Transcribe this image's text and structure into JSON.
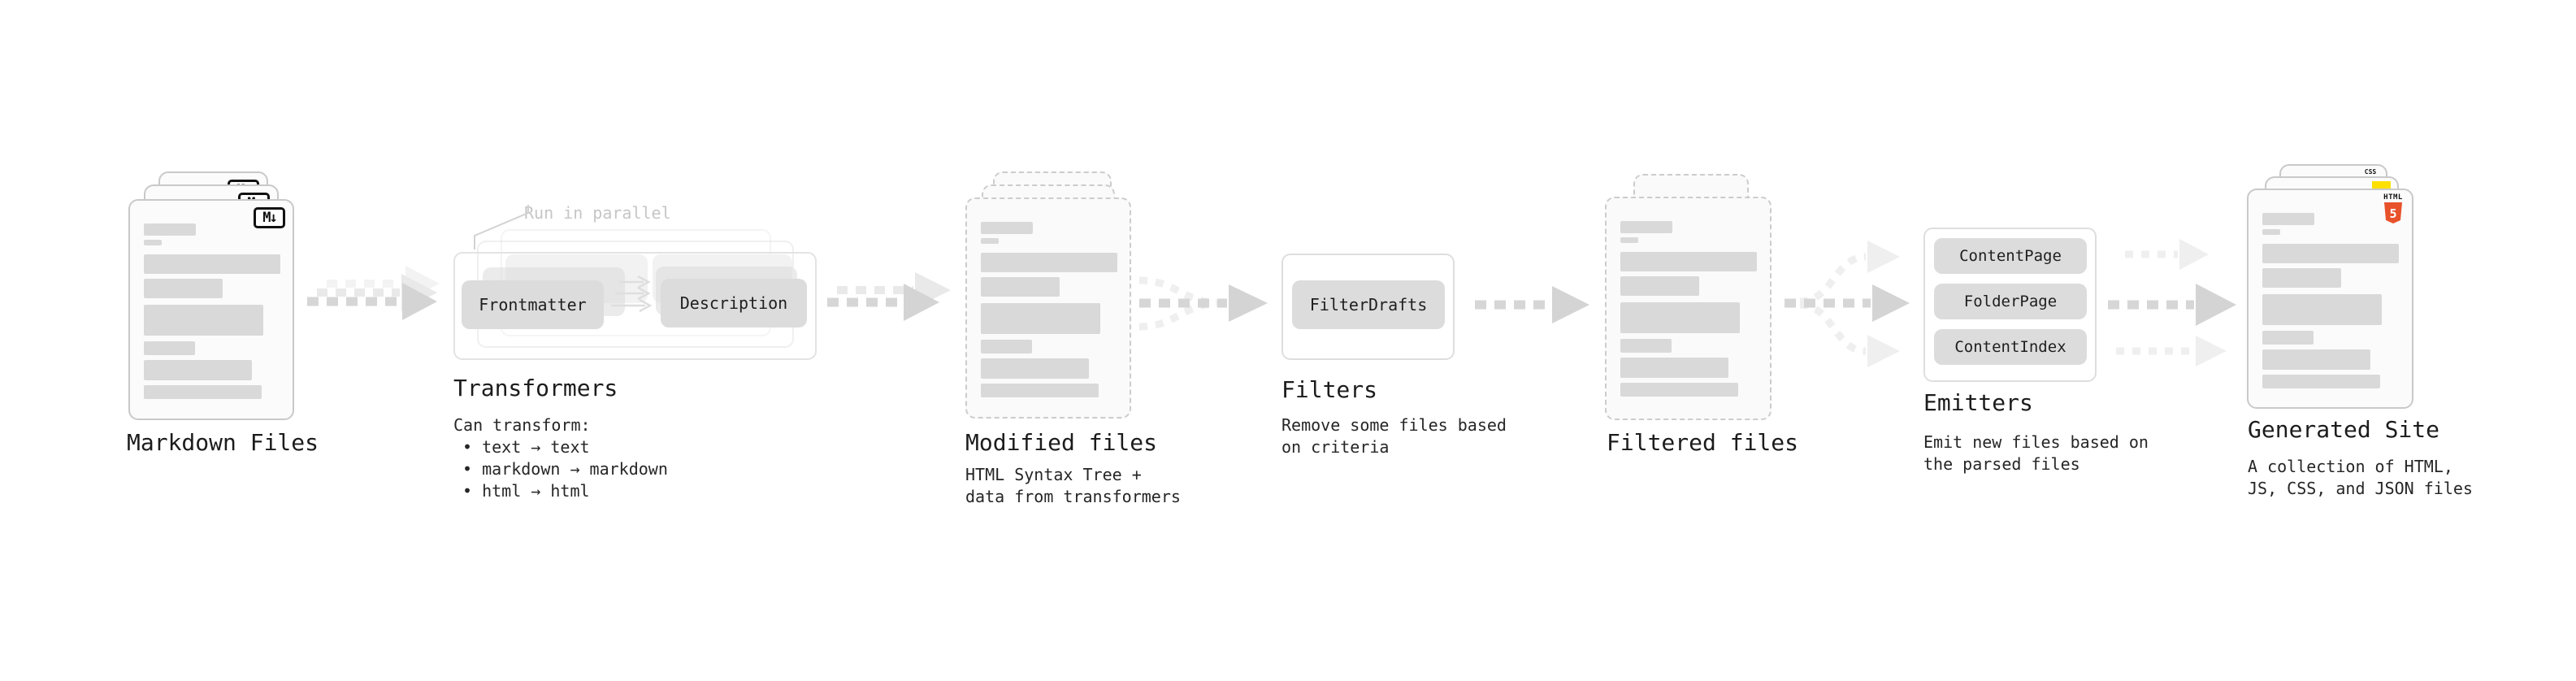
{
  "pipeline": {
    "markdown": {
      "title": "Markdown Files",
      "badge": "M↓"
    },
    "transformers": {
      "annotation": "Run in parallel",
      "frontmatter_label": "Frontmatter",
      "description_label": "Description",
      "title": "Transformers",
      "desc_lines": [
        "Can transform:",
        "• text → text",
        "• markdown → markdown",
        "• html → html"
      ]
    },
    "modified": {
      "title": "Modified files",
      "desc_lines": [
        "HTML Syntax Tree +",
        "data from transformers"
      ]
    },
    "filters": {
      "title": "Filters",
      "box_label": "FilterDrafts",
      "desc_lines": [
        "Remove some files based",
        "on criteria"
      ]
    },
    "filtered": {
      "title": "Filtered files"
    },
    "emitters": {
      "title": "Emitters",
      "boxes": [
        "ContentPage",
        "FolderPage",
        "ContentIndex"
      ],
      "desc_lines": [
        "Emit new files based on",
        "the parsed files"
      ]
    },
    "generated": {
      "title": "Generated Site",
      "badge_css": "CSS",
      "badge_html": "HTML",
      "badge_five": "5",
      "desc_lines": [
        "A collection of HTML,",
        "JS, CSS, and JSON files"
      ]
    }
  },
  "colors": {
    "text_bar_gray": "#d9d9d9",
    "arrow_dark": "#d6d6d6",
    "arrow_light": "#efefef",
    "css_blue": "#2962ff",
    "js_yellow": "#ffe000",
    "html_orange": "#e8522a"
  }
}
